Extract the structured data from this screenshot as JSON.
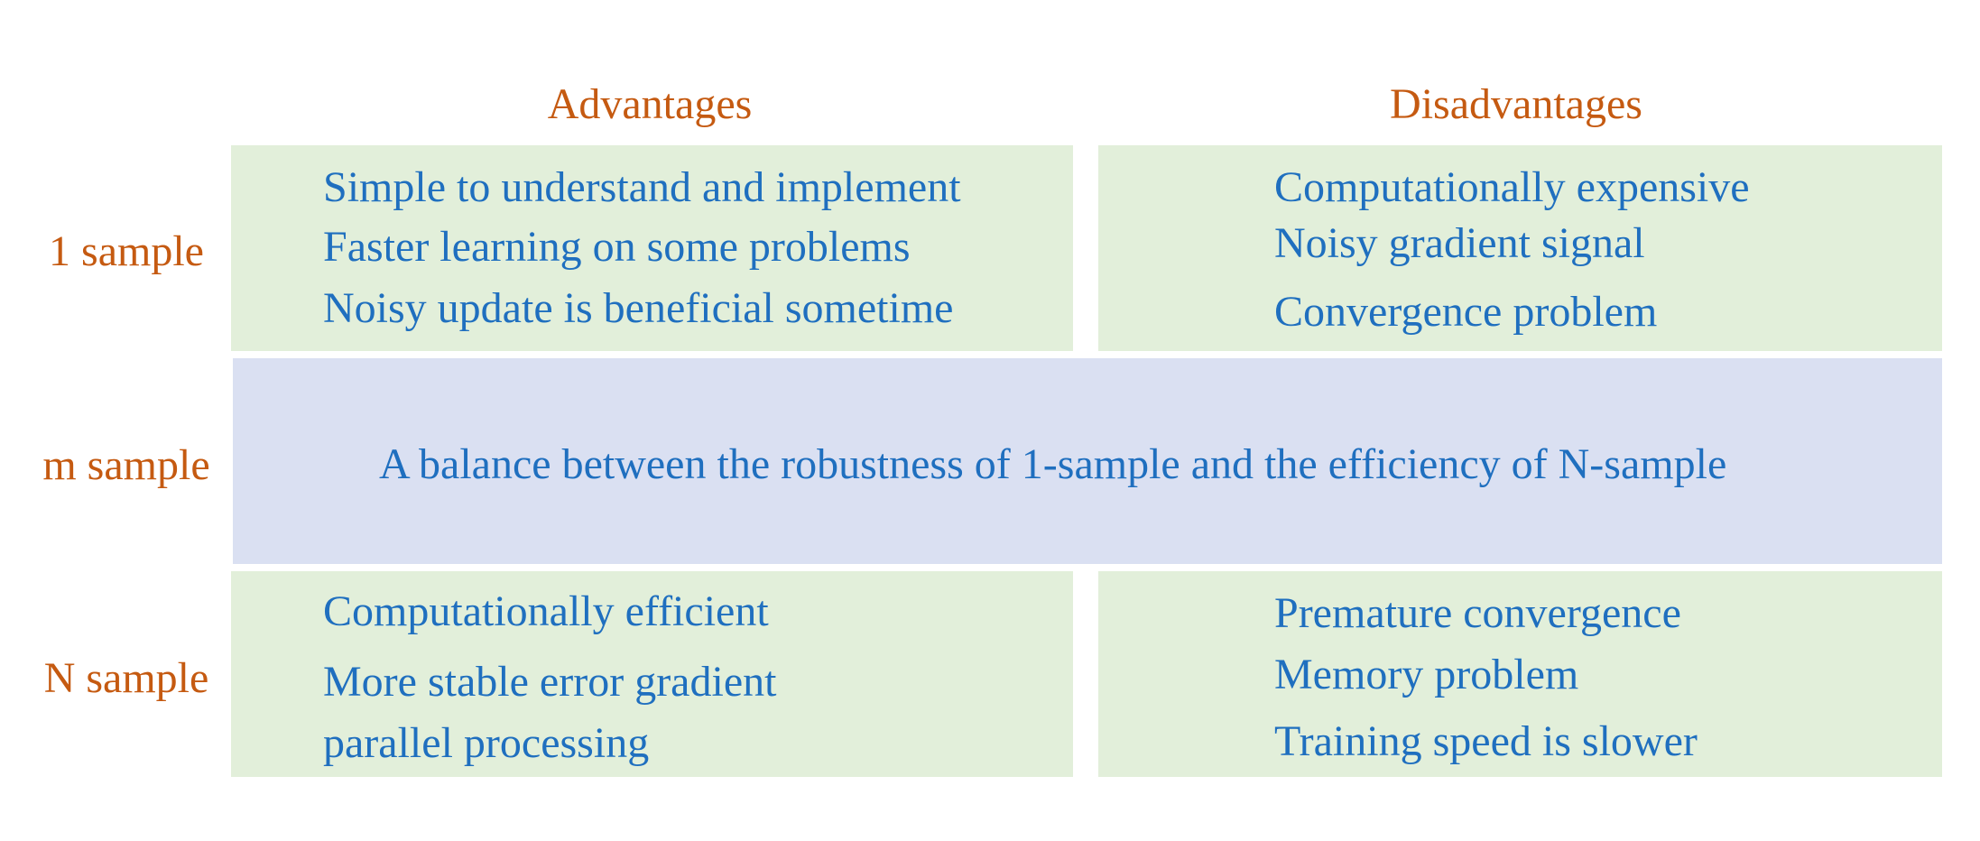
{
  "headers": {
    "advantages": "Advantages",
    "disadvantages": "Disadvantages"
  },
  "rows": {
    "one": {
      "label": "1 sample",
      "advantages": [
        "Simple to understand and implement",
        "Faster learning on some problems",
        "Noisy update is beneficial sometime"
      ],
      "disadvantages": [
        "Computationally expensive",
        "Noisy gradient signal",
        "Convergence problem"
      ]
    },
    "m": {
      "label": "m sample",
      "summary": "A balance between the robustness of 1-sample and the efficiency of N-sample"
    },
    "n": {
      "label": "N sample",
      "advantages": [
        "Computationally efficient",
        "More stable error gradient",
        "parallel processing"
      ],
      "disadvantages": [
        "Premature convergence",
        "Memory problem",
        "Training speed is slower"
      ]
    }
  },
  "colors": {
    "label": "#c55a11",
    "text": "#1f6fbf",
    "green_cell": "#e2efda",
    "blue_cell": "#dae0f2"
  }
}
